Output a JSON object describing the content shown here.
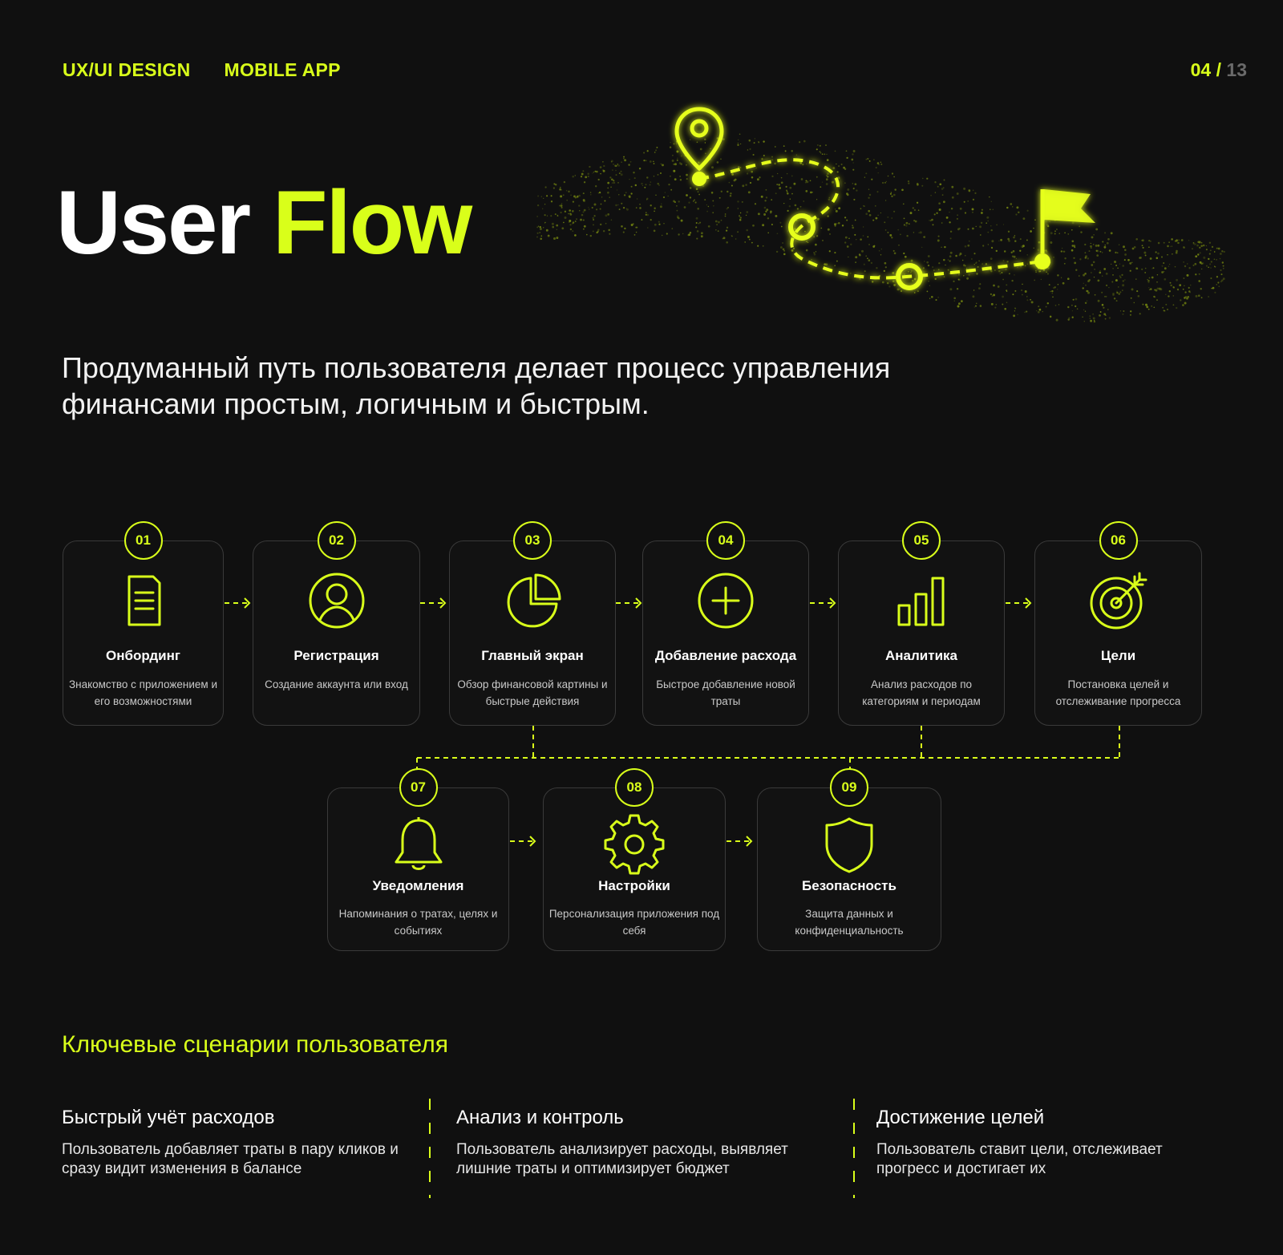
{
  "header": {
    "tags": [
      "UX/UI DESIGN",
      "MOBILE APP"
    ],
    "page_current": "04",
    "page_sep": "/",
    "page_total": "13"
  },
  "title": {
    "word1": "User",
    "word2": "Flow"
  },
  "subtitle": "Продуманный путь пользователя делает процесс управления финансами простым, логичным и быстрым.",
  "colors": {
    "accent": "#d9ff1a",
    "background": "#101010",
    "card_border": "#3a3a3a"
  },
  "steps": [
    {
      "num": "01",
      "icon": "document-icon",
      "title": "Онбординг",
      "desc": "Знакомство с приложением и его возможностями"
    },
    {
      "num": "02",
      "icon": "user-icon",
      "title": "Регистрация",
      "desc": "Создание аккаунта или вход"
    },
    {
      "num": "03",
      "icon": "pie-chart-icon",
      "title": "Главный экран",
      "desc": "Обзор финансовой картины и быстрые действия"
    },
    {
      "num": "04",
      "icon": "plus-circle-icon",
      "title": "Добавление расхода",
      "desc": "Быстрое добавление новой траты"
    },
    {
      "num": "05",
      "icon": "bar-chart-icon",
      "title": "Аналитика",
      "desc": "Анализ расходов по категориям и периодам"
    },
    {
      "num": "06",
      "icon": "target-icon",
      "title": "Цели",
      "desc": "Постановка целей и отслеживание прогресса"
    },
    {
      "num": "07",
      "icon": "bell-icon",
      "title": "Уведомления",
      "desc": "Напоминания о тратах, целях и событиях"
    },
    {
      "num": "08",
      "icon": "gear-icon",
      "title": "Настройки",
      "desc": "Персонализация приложения под себя"
    },
    {
      "num": "09",
      "icon": "shield-icon",
      "title": "Безопасность",
      "desc": "Защита данных и конфиденциальность"
    }
  ],
  "scenarios_title": "Ключевые сценарии пользователя",
  "scenarios": [
    {
      "title": "Быстрый учёт расходов",
      "desc": "Пользователь добавляет траты в пару кликов и сразу видит изменения в балансе"
    },
    {
      "title": "Анализ и контроль",
      "desc": "Пользователь анализирует расходы, выявляет лишние траты и оптимизирует бюджет"
    },
    {
      "title": "Достижение целей",
      "desc": "Пользователь ставит цели, отслеживает прогресс и достигает их"
    }
  ]
}
